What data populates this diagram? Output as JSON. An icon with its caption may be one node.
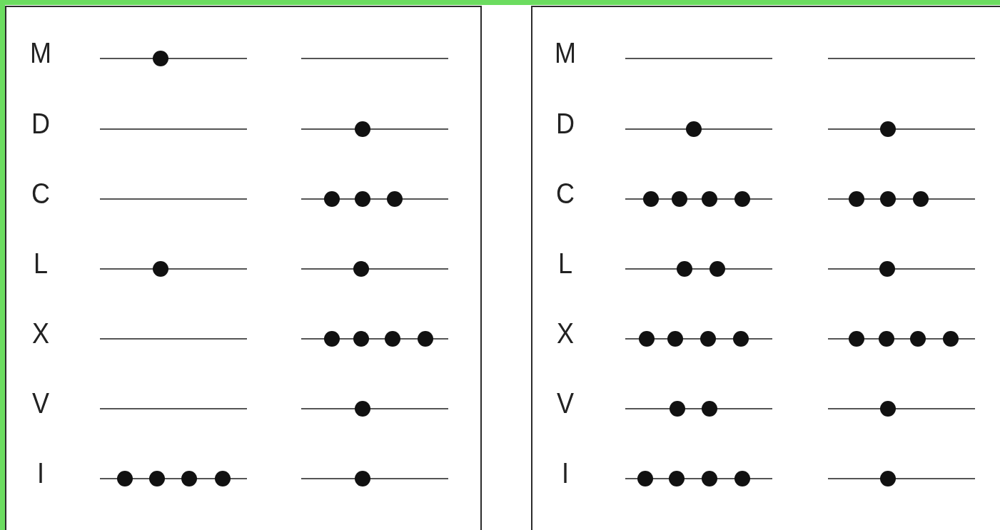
{
  "diagram": {
    "nodes": [
      {
        "text": [
          "M",
          "D",
          "C",
          "L",
          "X",
          "V",
          "I"
        ]
      },
      {
        "text": [
          "M",
          "D",
          "C",
          "L",
          "X",
          "V",
          "I"
        ]
      }
    ]
  }
}
